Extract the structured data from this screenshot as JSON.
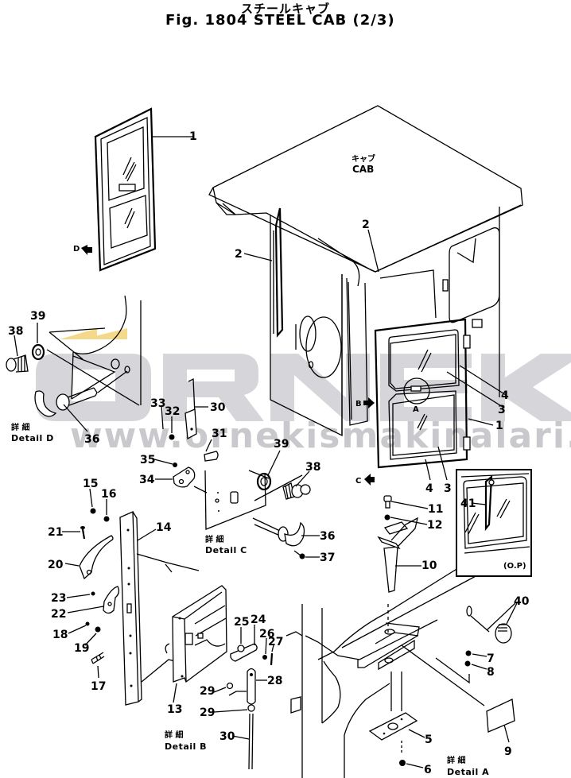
{
  "header": {
    "title_jp": "スチールキャブ",
    "title_en": "Fig. 1804 STEEL CAB (2/3)"
  },
  "cab": {
    "label_jp": "キャブ",
    "label_en": "CAB"
  },
  "watermark": {
    "brand": "ORNEK",
    "url": "www.ornekismakinalari.com.tr",
    "accent_color": "#f5d98a",
    "gray_color": "#cfcfd3"
  },
  "details": {
    "jp": "詳 細",
    "a": "Detail A",
    "b": "Detail B",
    "c": "Detail C",
    "d": "Detail D"
  },
  "view_arrows": {
    "b": "B",
    "c": "C",
    "d": "D",
    "a": "A"
  },
  "inset": {
    "note": "(O.P)"
  },
  "callouts": {
    "c1_door": "1",
    "c1_cab_door": "1",
    "c2_left": "2",
    "c2_top": "2",
    "c3_upper": "3",
    "c3_lower": "3",
    "c4_upper": "4",
    "c4_lower": "4",
    "c5": "5",
    "c6": "6",
    "c7": "7",
    "c8": "8",
    "c9": "9",
    "c10": "10",
    "c11": "11",
    "c12": "12",
    "c13": "13",
    "c14": "14",
    "c15": "15",
    "c16": "16",
    "c17": "17",
    "c18": "18",
    "c19": "19",
    "c20": "20",
    "c21": "21",
    "c22": "22",
    "c23": "23",
    "c24": "24",
    "c25": "25",
    "c26": "26",
    "c27": "27",
    "c28": "28",
    "c29_a": "29",
    "c29_b": "29",
    "c30_top": "30",
    "c30_bot": "30",
    "c31": "31",
    "c32": "32",
    "c33": "33",
    "c34": "34",
    "c35": "35",
    "c36_d": "36",
    "c36_c_cyl": "38",
    "c36_c_handle": "36",
    "c37": "37",
    "c38_d": "38",
    "c39_d": "39",
    "c39_c": "39",
    "c40": "40",
    "c41": "41"
  }
}
